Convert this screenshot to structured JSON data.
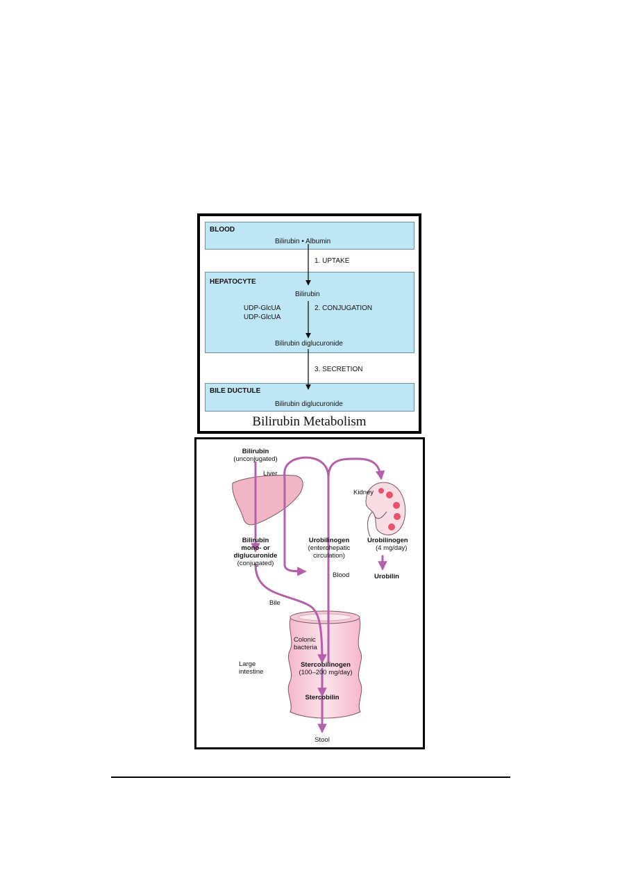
{
  "top_figure": {
    "blood": {
      "title": "BLOOD",
      "content": "Bilirubin • Albumin"
    },
    "step1": "1. UPTAKE",
    "hepatocyte": {
      "title": "HEPATOCYTE",
      "bilirubin": "Bilirubin",
      "udp1": "UDP-GlcUA",
      "udp2": "UDP-GlcUA",
      "product": "Bilirubin diglucuronide"
    },
    "step2": "2. CONJUGATION",
    "step3": "3. SECRETION",
    "bile_ductule": {
      "title": "BILE DUCTULE",
      "content": "Bilirubin diglucuronide"
    },
    "caption": "Bilirubin Metabolism"
  },
  "bottom_figure": {
    "bilirubin": "Bilirubin",
    "unconjugated": "(unconjugated)",
    "liver": "Liver",
    "conj_line1": "Bilirubin",
    "conj_line2": "mono- or",
    "conj_line3": "diglucuronide",
    "conjugated": "(conjugated)",
    "uro_center": "Urobilinogen",
    "entero1": "(enterohepatic",
    "entero2": "circulation)",
    "kidney": "Kidney",
    "uro_right": "Urobilinogen",
    "uro_rate": "(4 mg/day)",
    "urobilin": "Urobilin",
    "blood": "Blood",
    "bile": "Bile",
    "colonic1": "Colonic",
    "colonic2": "bacteria",
    "large1": "Large",
    "large2": "intestine",
    "sterco_gen": "Stercobilinogen",
    "sterco_rate": "(100–200 mg/day)",
    "stercobilin": "Stercobilin",
    "stool": "Stool"
  },
  "colors": {
    "band_fill": "#bfe6f4",
    "pathway": "#b45fa8",
    "organ_pink": "#f2c3cf",
    "intestine_pink": "#f8cfdc"
  }
}
